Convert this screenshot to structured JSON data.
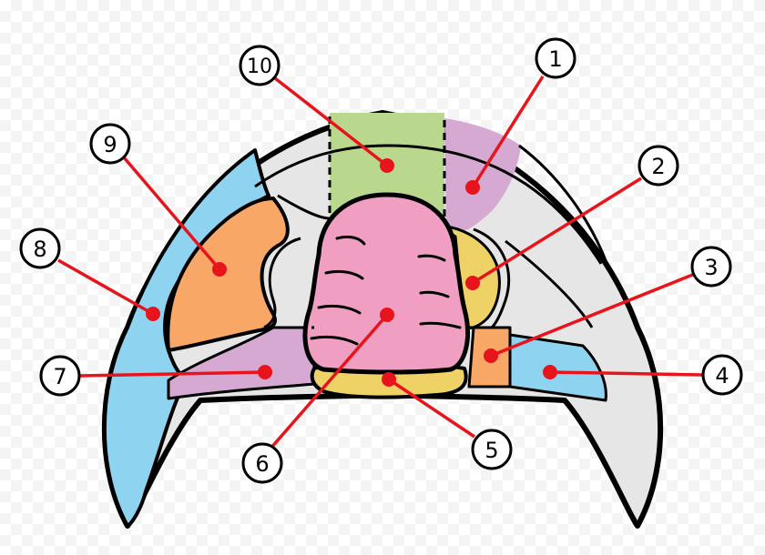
{
  "diagram": {
    "subject": "trilobite-cephalon",
    "colors": {
      "outline": "#000000",
      "pointer": "#e8141c",
      "marker": "#e8141c",
      "region_grey": "#e6e6e6",
      "region_green": "#b9d88e",
      "region_violet": "#d5a9d1",
      "region_yellow": "#efd266",
      "region_orange": "#f8a766",
      "region_blue": "#8ed3ef",
      "region_pink": "#f19ec3",
      "callout_fill": "#ffffff"
    },
    "labels": [
      {
        "id": "1",
        "text": "1"
      },
      {
        "id": "2",
        "text": "2"
      },
      {
        "id": "3",
        "text": "3"
      },
      {
        "id": "4",
        "text": "4"
      },
      {
        "id": "5",
        "text": "5"
      },
      {
        "id": "6",
        "text": "6"
      },
      {
        "id": "7",
        "text": "7"
      },
      {
        "id": "8",
        "text": "8"
      },
      {
        "id": "9",
        "text": "9"
      },
      {
        "id": "10",
        "text": "10"
      }
    ]
  }
}
